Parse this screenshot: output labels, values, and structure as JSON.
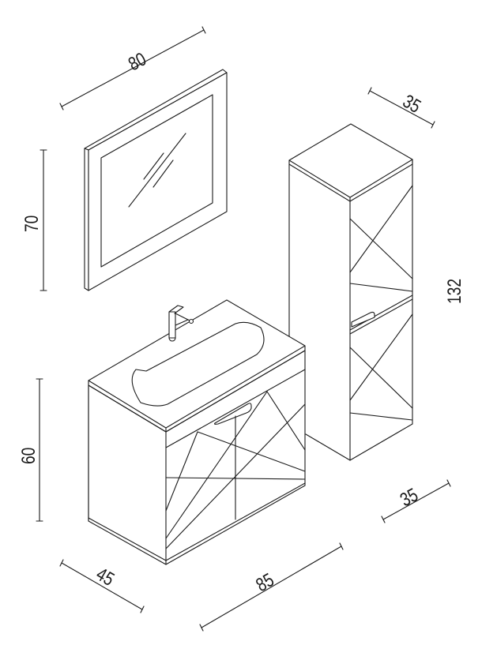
{
  "dimensions": {
    "mirror_width": "80",
    "mirror_height": "70",
    "column_depth": "35",
    "column_height": "132",
    "vanity_height": "60",
    "column_width": "35",
    "vanity_depth": "45",
    "vanity_width": "85"
  }
}
